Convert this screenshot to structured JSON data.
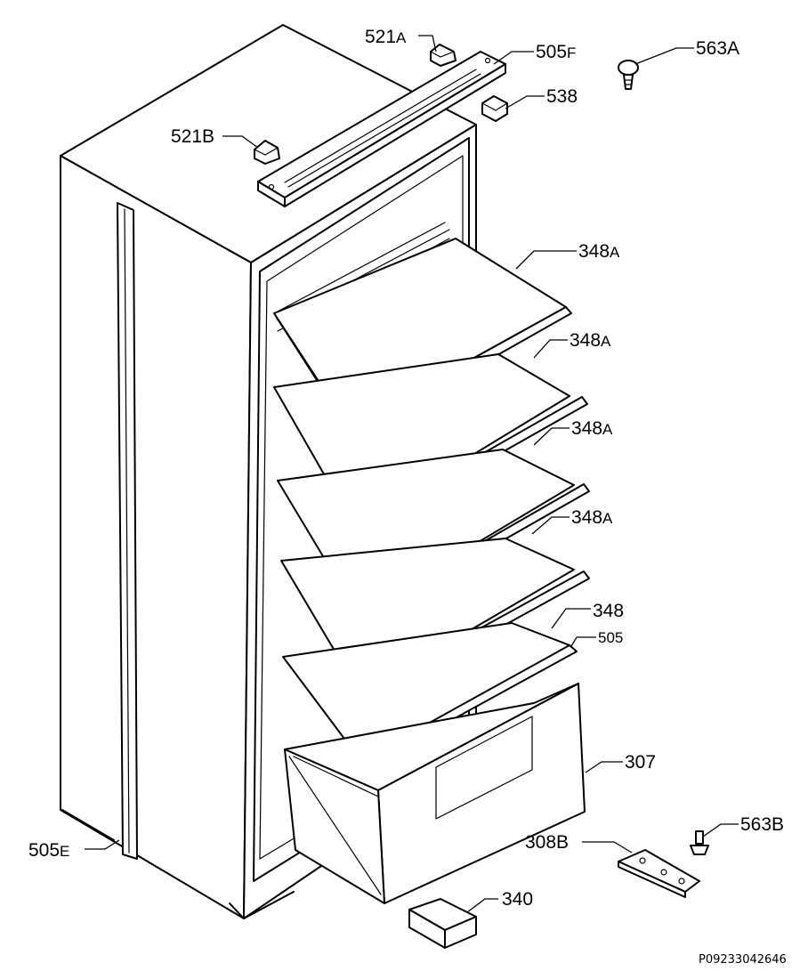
{
  "diagram": {
    "document_code": "P09233042646",
    "parts": [
      {
        "id": "521a",
        "number": "521",
        "suffix": "A"
      },
      {
        "id": "505f",
        "number": "505",
        "suffix": "F"
      },
      {
        "id": "563a",
        "number": "563A",
        "suffix": ""
      },
      {
        "id": "538",
        "number": "538",
        "suffix": ""
      },
      {
        "id": "521b",
        "number": "521B",
        "suffix": ""
      },
      {
        "id": "348a-1",
        "number": "348",
        "suffix": "A"
      },
      {
        "id": "348a-2",
        "number": "348",
        "suffix": "A"
      },
      {
        "id": "348a-3",
        "number": "348",
        "suffix": "A"
      },
      {
        "id": "348a-4",
        "number": "348",
        "suffix": "A"
      },
      {
        "id": "348",
        "number": "348",
        "suffix": ""
      },
      {
        "id": "505",
        "number": "505",
        "suffix": ""
      },
      {
        "id": "307",
        "number": "307",
        "suffix": ""
      },
      {
        "id": "563b",
        "number": "563B",
        "suffix": ""
      },
      {
        "id": "308b",
        "number": "308B",
        "suffix": ""
      },
      {
        "id": "505e",
        "number": "505",
        "suffix": "E"
      },
      {
        "id": "340",
        "number": "340",
        "suffix": ""
      }
    ]
  }
}
